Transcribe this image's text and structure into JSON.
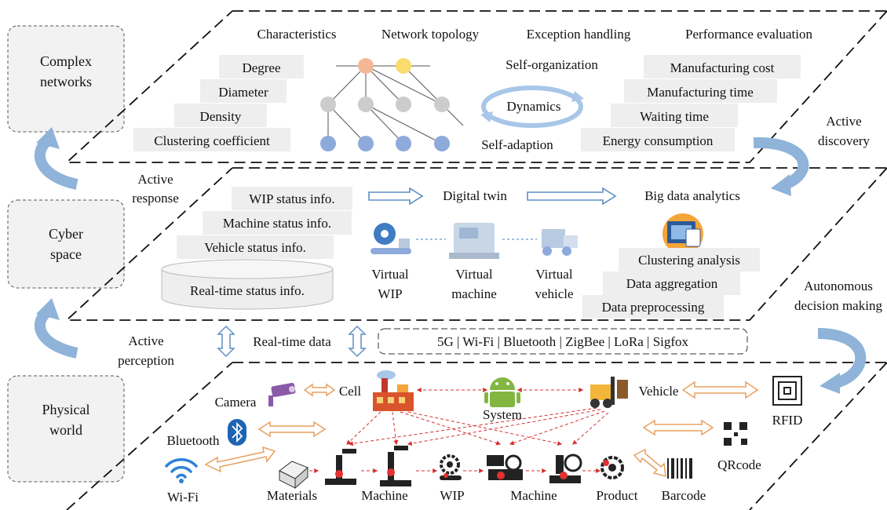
{
  "layers": {
    "complex_networks": "Complex networks",
    "cyber_space": "Cyber space",
    "physical_world": "Physical world"
  },
  "arrows": {
    "active_response": "Active response",
    "active_perception": "Active perception",
    "active_discovery": "Active discovery",
    "autonomous_decision": "Autonomous decision making"
  },
  "top": {
    "headers": [
      "Characteristics",
      "Network topology",
      "Exception handling",
      "Performance evaluation"
    ],
    "characteristics": [
      "Degree",
      "Diameter",
      "Density",
      "Clustering coefficient"
    ],
    "self_organization": "Self-organization",
    "dynamics": "Dynamics",
    "self_adaption": "Self-adaption",
    "performance": [
      "Manufacturing cost",
      "Manufacturing time",
      "Waiting time",
      "Energy consumption"
    ]
  },
  "middle": {
    "status": [
      "WIP status info.",
      "Machine status info.",
      "Vehicle status info."
    ],
    "realtime_status": "Real-time status info.",
    "digital_twin": "Digital twin",
    "big_data": "Big data analytics",
    "virtual": [
      "Virtual WIP",
      "Virtual machine",
      "Virtual vehicle"
    ],
    "analysis": [
      "Clustering analysis",
      "Data aggregation",
      "Data preprocessing"
    ]
  },
  "link": {
    "realtime_data": "Real-time data",
    "protocols": "5G | Wi-Fi | Bluetooth | ZigBee | LoRa | Sigfox"
  },
  "bottom": {
    "camera": "Camera",
    "cell": "Cell",
    "system": "System",
    "vehicle": "Vehicle",
    "rfid": "RFID",
    "bluetooth": "Bluetooth",
    "qrcode": "QRcode",
    "wifi": "Wi-Fi",
    "materials": "Materials",
    "machine1": "Machine",
    "wip": "WIP",
    "machine2": "Machine",
    "product": "Product",
    "barcode": "Barcode"
  },
  "colors": {
    "label_bg": "#eeeeee",
    "curve_arrow": "#8fb3d9",
    "orange_arrow": "#e8a060",
    "red_dashed": "#d63030",
    "node_orange": "#f5b896",
    "node_yellow": "#f9dc6e",
    "node_gray": "#cccccc",
    "node_blue": "#8eaadb",
    "android_green": "#82b641",
    "bluetooth_blue": "#1e64b4",
    "wifi_blue": "#2f82d6",
    "camera_purple": "#8a5aa8"
  }
}
